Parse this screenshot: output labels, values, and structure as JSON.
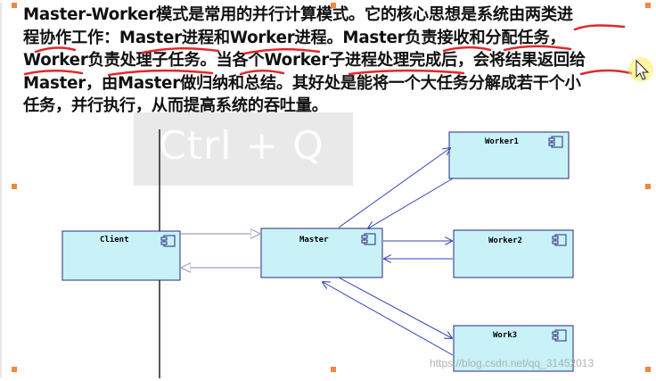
{
  "slide": {
    "lines": [
      "Master-Worker模式是常用的并行计算模式。它的核心思想是系统由两类进",
      "程协作工作：Master进程和Worker进程。Master负责接收和分配任务，",
      "Worker负责处理子任务。当各个Worker子进程处理完成后，会将结果返回给",
      "Master，由Master做归纳和总结。其好处是能将一个大任务分解成若干个小",
      "任务，并行执行，从而提高系统的吞吐量。"
    ]
  },
  "watermark": {
    "text": "Ctrl + Q"
  },
  "diagram": {
    "nodes": {
      "client": "Client",
      "master": "Master",
      "worker1": "Worker1",
      "worker2": "Worker2",
      "worker3": "Work3"
    }
  },
  "footer": {
    "url": "https://blog.csdn.net/qq_31452013"
  },
  "colors": {
    "node_fill": "#c8f2f8",
    "arrow": "#3344bb",
    "underline": "#e0282c",
    "handle": "#f0883e"
  }
}
